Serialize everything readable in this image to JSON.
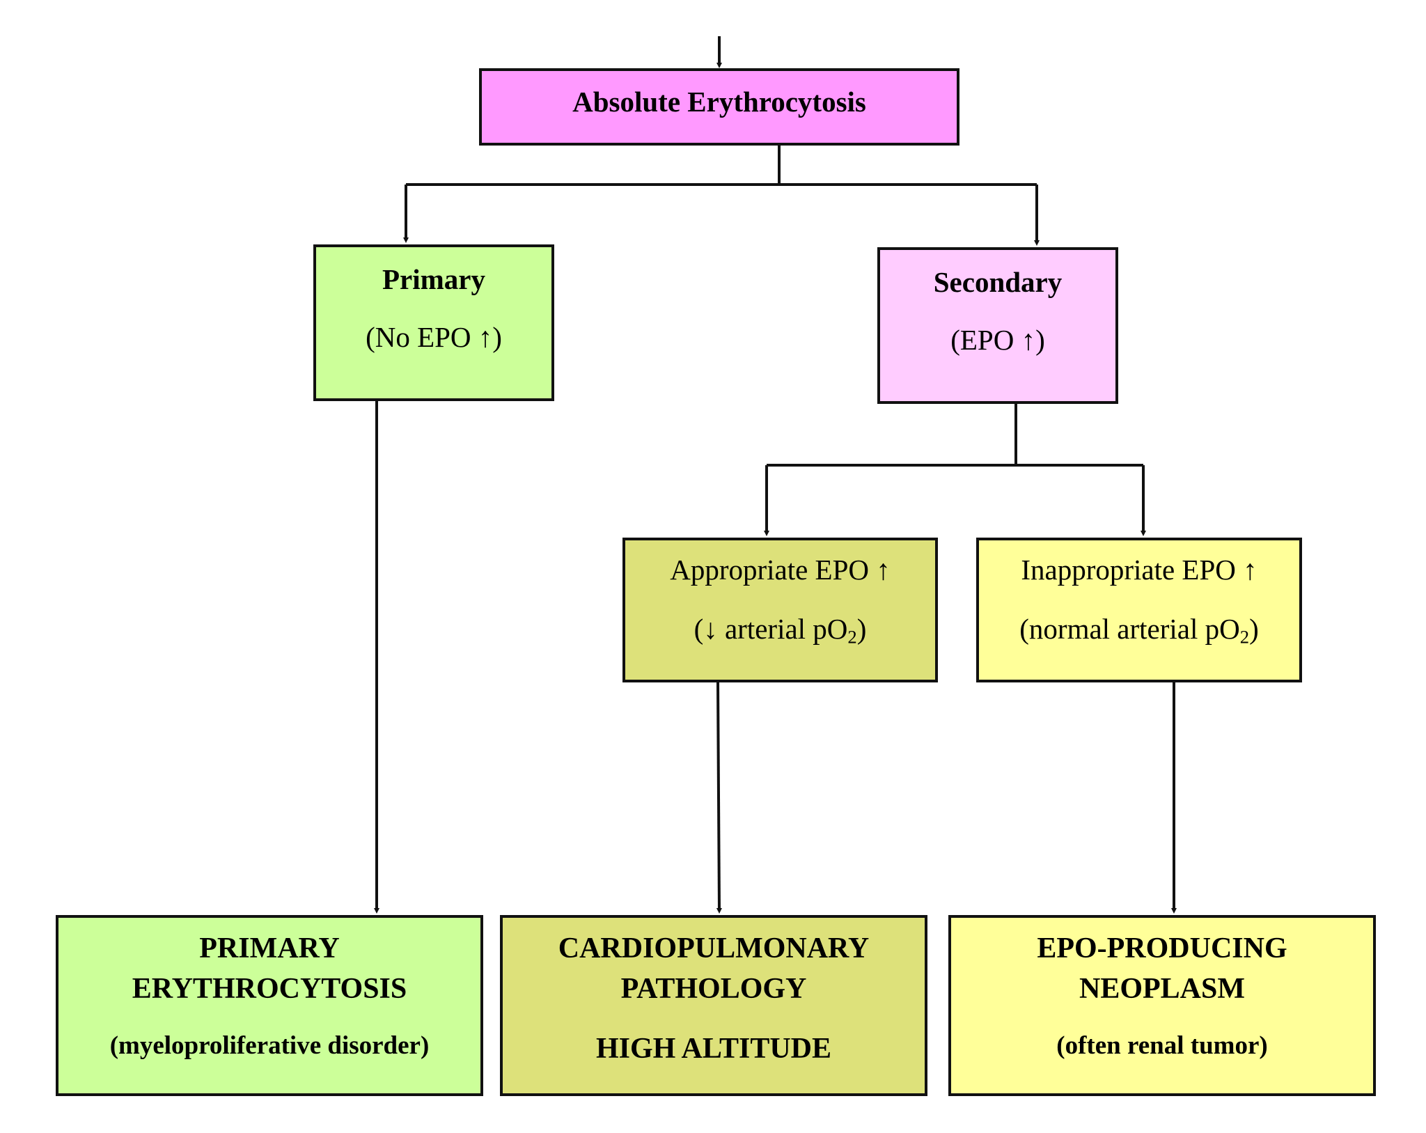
{
  "colors": {
    "magenta": "#ff99ff",
    "light_pink": "#ffccff",
    "light_green": "#ccff99",
    "olive_yellow": "#dde17a",
    "light_yellow": "#ffff99",
    "border": "#111111",
    "arrow": "#111111"
  },
  "nodes": {
    "root": {
      "title": "Absolute Erythrocytosis"
    },
    "primary": {
      "title": "Primary",
      "subtitle": "(No EPO ↑)"
    },
    "secondary": {
      "title": "Secondary",
      "subtitle": "(EPO ↑)"
    },
    "appropriate": {
      "title": "Appropriate EPO ↑",
      "subtitle_prefix": "(↓ arterial pO",
      "subtitle_sub": "2",
      "subtitle_suffix": ")"
    },
    "inappropriate": {
      "title": "Inappropriate EPO ↑",
      "subtitle_prefix": "(normal arterial pO",
      "subtitle_sub": "2",
      "subtitle_suffix": ")"
    },
    "primary_erythrocytosis": {
      "line1": "PRIMARY",
      "line2": "ERYTHROCYTOSIS",
      "line3": "(myeloproliferative disorder)"
    },
    "cardiopulmonary": {
      "line1": "CARDIOPULMONARY",
      "line2": "PATHOLOGY",
      "line3": "HIGH ALTITUDE"
    },
    "epo_neoplasm": {
      "line1": "EPO-PRODUCING",
      "line2": "NEOPLASM",
      "line3": "(often renal tumor)"
    }
  }
}
